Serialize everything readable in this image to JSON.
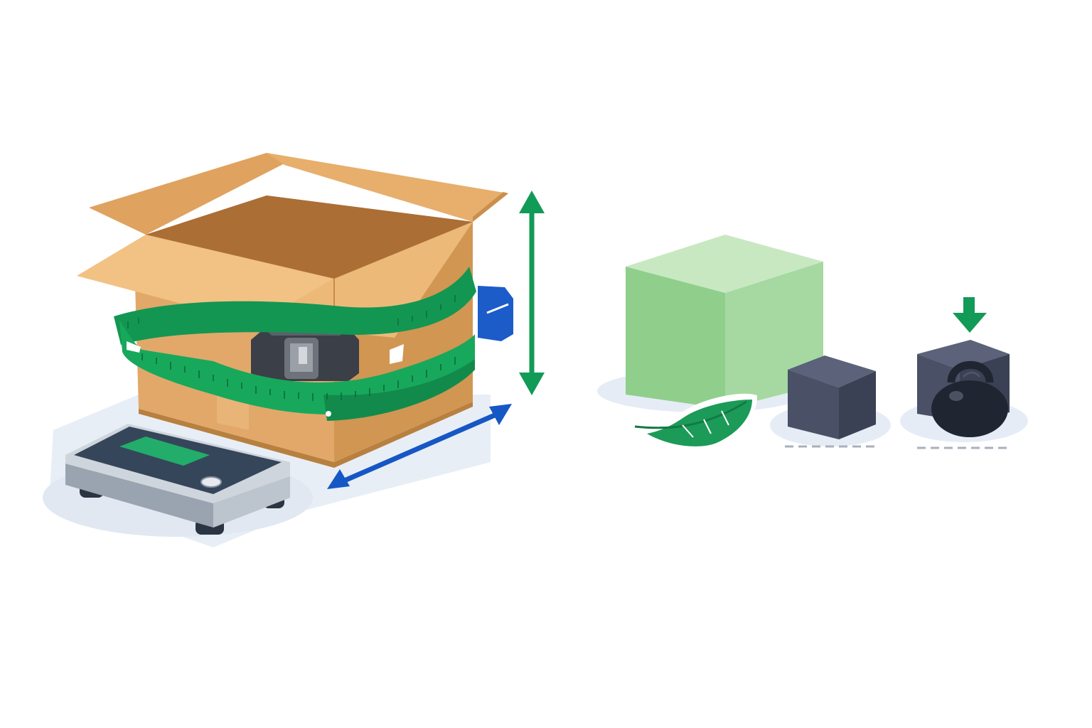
{
  "illustration": {
    "left_group": [
      "shadow-base",
      "digital-scale",
      "cardboard-box",
      "measuring-tape",
      "small-object",
      "height-arrow",
      "length-arrow"
    ],
    "right_group": [
      "large-light-cube",
      "feather",
      "small-dark-cube",
      "heavy-cube-with-kettlebell",
      "down-arrow"
    ]
  },
  "colors": {
    "box_light": "#f2c184",
    "box_mid": "#e0a463",
    "box_dark": "#b87a3e",
    "box_interior": "#a86b33",
    "tape_green": "#159a55",
    "tape_light": "#2fb36d",
    "arrow_green": "#129a57",
    "arrow_blue": "#1557c4",
    "scale_body": "#39495c",
    "scale_edge": "#aeb7c2",
    "scale_screen": "#22ad6a",
    "cube_green_front": "#8fcf8b",
    "cube_green_side": "#a9dca6",
    "cube_green_top": "#c8e8c2",
    "cube_dark_front": "#4a5166",
    "cube_dark_side": "#3b4154",
    "cube_dark_top": "#5b6279",
    "kettlebell": "#1f2632",
    "shadow": "#e6ecf5",
    "dash": "#a8b0bc"
  }
}
